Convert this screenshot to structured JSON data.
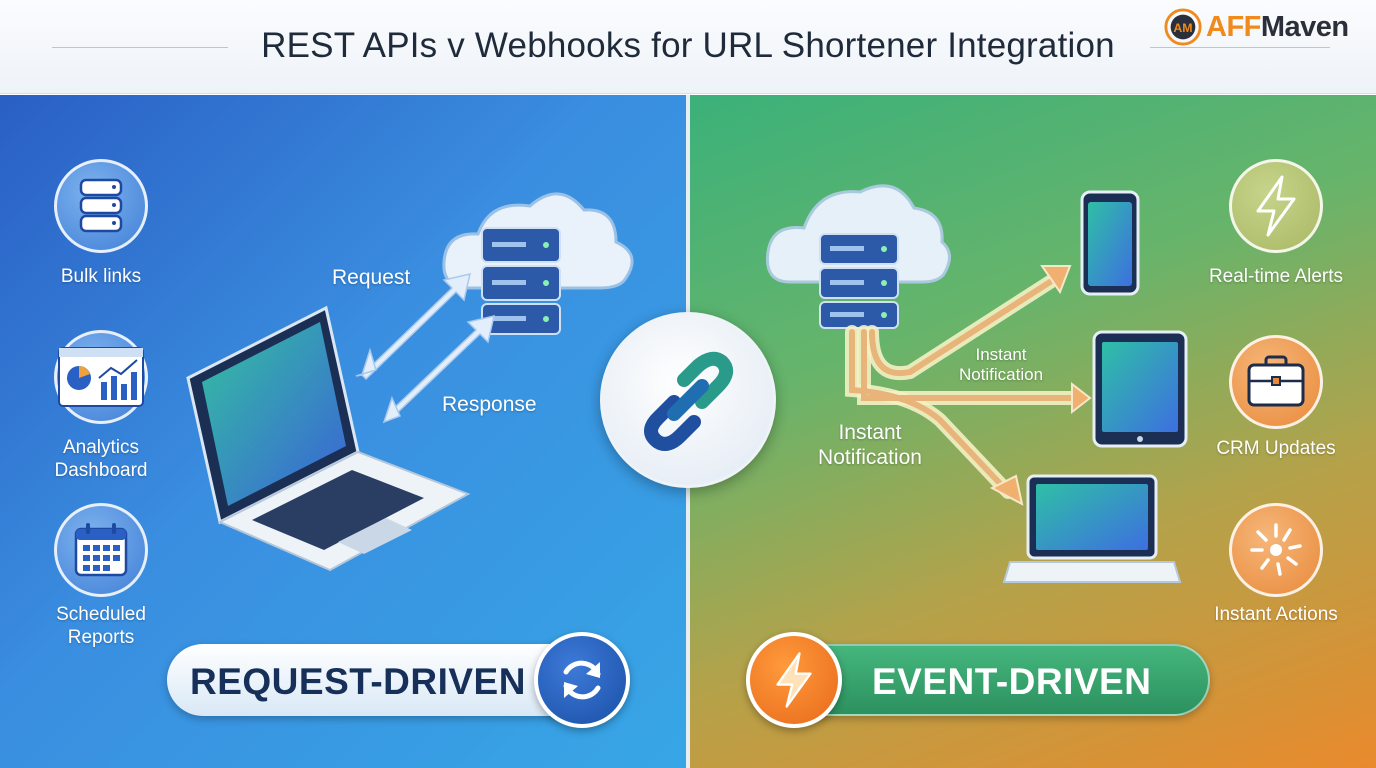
{
  "header": {
    "title": "REST APIs v Webhooks for URL Shortener Integration",
    "logo": {
      "brand_prefix": "AFF",
      "brand_suffix": "Maven",
      "mark_letters": "AM"
    }
  },
  "left_panel": {
    "features": [
      {
        "label": "Bulk links",
        "icon": "database-icon"
      },
      {
        "label": "Analytics Dashboard",
        "icon": "analytics-chart-icon"
      },
      {
        "label": "Scheduled Reports",
        "icon": "calendar-icon"
      }
    ],
    "request_label": "Request",
    "response_label": "Response",
    "pill_label": "REQUEST-DRIVEN",
    "pill_icon": "refresh-icon"
  },
  "center": {
    "icon": "chain-link-icon"
  },
  "right_panel": {
    "features": [
      {
        "label": "Real-time Alerts",
        "icon": "lightning-icon"
      },
      {
        "label": "CRM Updates",
        "icon": "briefcase-icon"
      },
      {
        "label": "Instant Actions",
        "icon": "burst-icon"
      }
    ],
    "notification_label_small": "Instant Notification",
    "notification_label_large": "Instant Notification",
    "pill_label": "EVENT-DRIVEN",
    "pill_icon": "lightning-icon"
  },
  "colors": {
    "left_accent": "#2a5fc4",
    "right_accent": "#3bb17a",
    "orange_accent": "#e8691a",
    "navy_text": "#16305a"
  }
}
